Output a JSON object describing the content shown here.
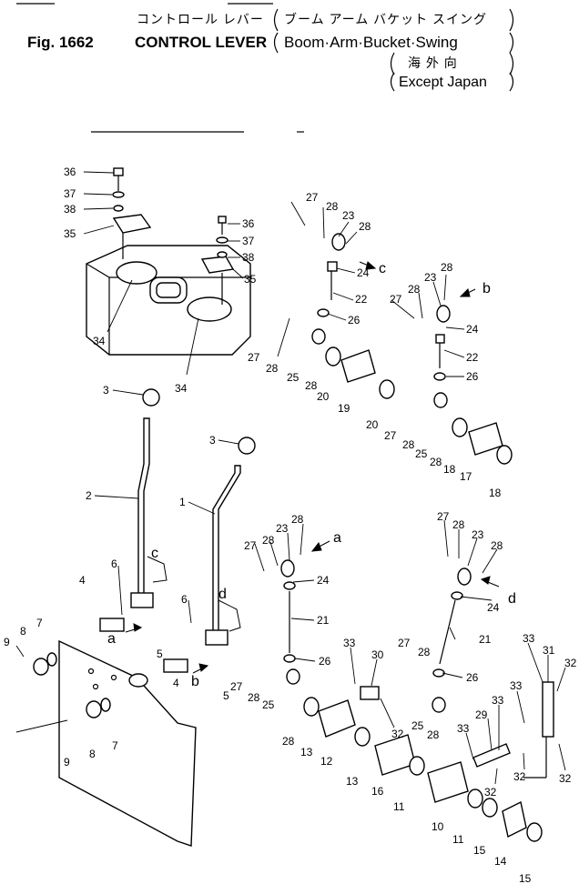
{
  "header": {
    "title_jp": "コントロール レバー",
    "title_jp_paren": "ブーム アーム バケット スイング",
    "fig_label": "Fig. 1662",
    "title_en": "CONTROL LEVER",
    "paren_en": "Boom·Arm·Bucket·Swing",
    "except_jp": "海 外 向",
    "except_en": "Except Japan"
  },
  "callouts": [
    {
      "id": "36a",
      "label": "36"
    },
    {
      "id": "37a",
      "label": "37"
    },
    {
      "id": "38a",
      "label": "38"
    },
    {
      "id": "35a",
      "label": "35"
    },
    {
      "id": "36b",
      "label": "36"
    },
    {
      "id": "37b",
      "label": "37"
    },
    {
      "id": "38b",
      "label": "38"
    },
    {
      "id": "35b",
      "label": "35"
    },
    {
      "id": "34a",
      "label": "34"
    },
    {
      "id": "34b",
      "label": "34"
    },
    {
      "id": "3a",
      "label": "3"
    },
    {
      "id": "3b",
      "label": "3"
    },
    {
      "id": "2",
      "label": "2"
    },
    {
      "id": "1",
      "label": "1"
    },
    {
      "id": "6a",
      "label": "6"
    },
    {
      "id": "6b",
      "label": "6"
    },
    {
      "id": "4a",
      "label": "4"
    },
    {
      "id": "4b",
      "label": "4"
    },
    {
      "id": "5a",
      "label": "5"
    },
    {
      "id": "5b",
      "label": "5"
    },
    {
      "id": "7a",
      "label": "7"
    },
    {
      "id": "7b",
      "label": "7"
    },
    {
      "id": "8a",
      "label": "8"
    },
    {
      "id": "8b",
      "label": "8"
    },
    {
      "id": "9a",
      "label": "9"
    },
    {
      "id": "9b",
      "label": "9"
    },
    {
      "id": "27a",
      "label": "27"
    },
    {
      "id": "28a",
      "label": "28"
    },
    {
      "id": "23a",
      "label": "23"
    },
    {
      "id": "28b",
      "label": "28"
    },
    {
      "id": "24a",
      "label": "24"
    },
    {
      "id": "22a",
      "label": "22"
    },
    {
      "id": "26a",
      "label": "26"
    },
    {
      "id": "27b",
      "label": "27"
    },
    {
      "id": "28c",
      "label": "28"
    },
    {
      "id": "25a",
      "label": "25"
    },
    {
      "id": "28d",
      "label": "28"
    },
    {
      "id": "20a",
      "label": "20"
    },
    {
      "id": "19",
      "label": "19"
    },
    {
      "id": "20b",
      "label": "20"
    },
    {
      "id": "28e",
      "label": "28"
    },
    {
      "id": "23b",
      "label": "23"
    },
    {
      "id": "28f",
      "label": "28"
    },
    {
      "id": "27c",
      "label": "27"
    },
    {
      "id": "24b",
      "label": "24"
    },
    {
      "id": "22b",
      "label": "22"
    },
    {
      "id": "26b",
      "label": "26"
    },
    {
      "id": "27d",
      "label": "27"
    },
    {
      "id": "28g",
      "label": "28"
    },
    {
      "id": "25b",
      "label": "25"
    },
    {
      "id": "28h",
      "label": "28"
    },
    {
      "id": "18a",
      "label": "18"
    },
    {
      "id": "17",
      "label": "17"
    },
    {
      "id": "18b",
      "label": "18"
    },
    {
      "id": "27e",
      "label": "27"
    },
    {
      "id": "28i",
      "label": "28"
    },
    {
      "id": "23c",
      "label": "23"
    },
    {
      "id": "28j",
      "label": "28"
    },
    {
      "id": "24c",
      "label": "24"
    },
    {
      "id": "21a",
      "label": "21"
    },
    {
      "id": "26c",
      "label": "26"
    },
    {
      "id": "27f",
      "label": "27"
    },
    {
      "id": "28k",
      "label": "28"
    },
    {
      "id": "25c",
      "label": "25"
    },
    {
      "id": "28l",
      "label": "28"
    },
    {
      "id": "13a",
      "label": "13"
    },
    {
      "id": "12",
      "label": "12"
    },
    {
      "id": "13b",
      "label": "13"
    },
    {
      "id": "16",
      "label": "16"
    },
    {
      "id": "11a",
      "label": "11"
    },
    {
      "id": "27g",
      "label": "27"
    },
    {
      "id": "28m",
      "label": "28"
    },
    {
      "id": "23d",
      "label": "23"
    },
    {
      "id": "28n",
      "label": "28"
    },
    {
      "id": "24d",
      "label": "24"
    },
    {
      "id": "21b",
      "label": "21"
    },
    {
      "id": "26d",
      "label": "26"
    },
    {
      "id": "27h",
      "label": "27"
    },
    {
      "id": "28o",
      "label": "28"
    },
    {
      "id": "25d",
      "label": "25"
    },
    {
      "id": "28p",
      "label": "28"
    },
    {
      "id": "10",
      "label": "10"
    },
    {
      "id": "11b",
      "label": "11"
    },
    {
      "id": "15a",
      "label": "15"
    },
    {
      "id": "14",
      "label": "14"
    },
    {
      "id": "15b",
      "label": "15"
    },
    {
      "id": "33a",
      "label": "33"
    },
    {
      "id": "30",
      "label": "30"
    },
    {
      "id": "32a",
      "label": "32"
    },
    {
      "id": "33b",
      "label": "33"
    },
    {
      "id": "31",
      "label": "31"
    },
    {
      "id": "32b",
      "label": "32"
    },
    {
      "id": "33c",
      "label": "33"
    },
    {
      "id": "33d",
      "label": "33"
    },
    {
      "id": "29",
      "label": "29"
    },
    {
      "id": "33e",
      "label": "33"
    },
    {
      "id": "32c",
      "label": "32"
    },
    {
      "id": "32d",
      "label": "32"
    },
    {
      "id": "32e",
      "label": "32"
    }
  ],
  "arrow_letters": [
    {
      "id": "c1",
      "label": "c"
    },
    {
      "id": "b1",
      "label": "b"
    },
    {
      "id": "a1",
      "label": "a"
    },
    {
      "id": "d1",
      "label": "d"
    },
    {
      "id": "c2",
      "label": "c"
    },
    {
      "id": "a2",
      "label": "a"
    },
    {
      "id": "d2",
      "label": "d"
    },
    {
      "id": "b2",
      "label": "b"
    }
  ]
}
